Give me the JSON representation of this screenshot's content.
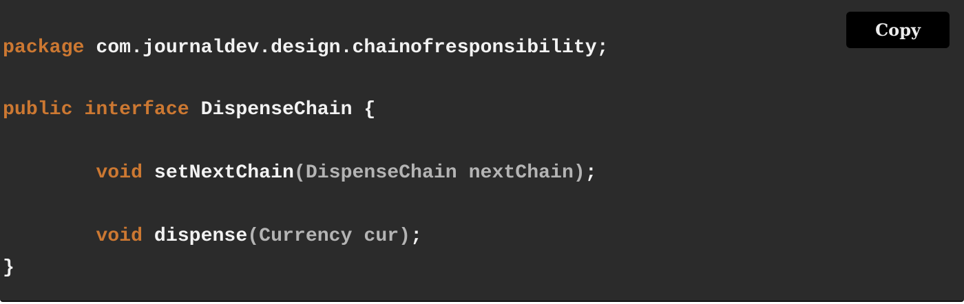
{
  "copy_button": {
    "label": "Copy"
  },
  "colors": {
    "background": "#2b2b2b",
    "keyword": "#cc7832",
    "identifier": "#f2f2f2",
    "parameter": "#b4b4b4",
    "button_bg": "#000000"
  },
  "code": {
    "language": "java",
    "lines": [
      {
        "tokens": [
          "package",
          " ",
          "com.journaldev.design.chainofresponsibility;"
        ]
      },
      {
        "tokens": [
          "public",
          " ",
          "interface",
          " ",
          "DispenseChain {"
        ]
      },
      {
        "tokens": [
          "        ",
          "void",
          " ",
          "setNextChain",
          "(DispenseChain nextChain)",
          ";"
        ]
      },
      {
        "tokens": [
          "        ",
          "void",
          " ",
          "dispense",
          "(Currency cur)",
          ";"
        ]
      },
      {
        "tokens": [
          "}"
        ]
      }
    ]
  }
}
